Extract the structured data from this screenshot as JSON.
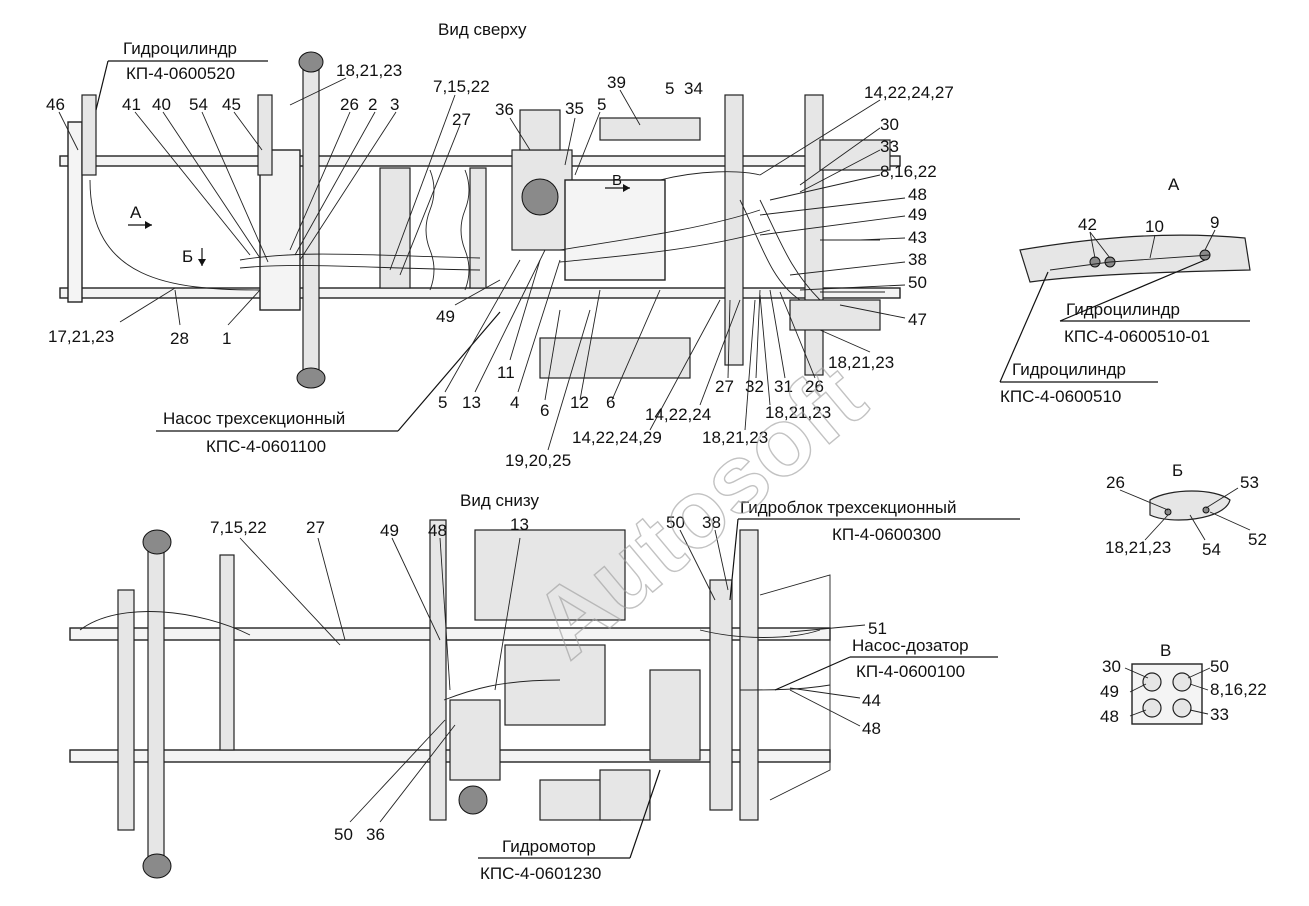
{
  "views": {
    "top_title": "Вид сверху",
    "bottom_title": "Вид снизу",
    "detail_a": "А",
    "detail_b": "Б",
    "detail_v": "В",
    "arrow_a": "А",
    "arrow_b": "Б",
    "arrow_v": "В"
  },
  "callouts": {
    "cyl_top_name": "Гидроцилиндр",
    "cyl_top_code": "КП-4-0600520",
    "pump_name": "Насос трехсекционный",
    "pump_code": "КПС-4-0601100",
    "cyl_a1_name": "Гидроцилиндр",
    "cyl_a1_code": "КПС-4-0600510-01",
    "cyl_a2_name": "Гидроцилиндр",
    "cyl_a2_code": "КПС-4-0600510",
    "block_name": "Гидроблок трехсекционный",
    "block_code": "КП-4-0600300",
    "doser_name": "Насос-дозатор",
    "doser_code": "КП-4-0600100",
    "motor_name": "Гидромотор",
    "motor_code": "КПС-4-0601230"
  },
  "labels": {
    "t1": "46",
    "t2": "41",
    "t3": "40",
    "t4": "54",
    "t5": "45",
    "t6": "18,21,23",
    "t7": "26",
    "t8": "2",
    "t9": "3",
    "t10": "7,15,22",
    "t11": "27",
    "t12": "36",
    "t13": "39",
    "t14": "5",
    "t15": "34",
    "t16": "35",
    "t17": "5",
    "t18": "14,22,24,27",
    "t19": "30",
    "t20": "33",
    "t21": "8,16,22",
    "t22": "48",
    "t23": "49",
    "t24": "43",
    "t25": "38",
    "t26": "50",
    "t27": "47",
    "t28": "18,21,23",
    "t29": "17,21,23",
    "t30": "28",
    "t31": "1",
    "t32": "49",
    "t33": "11",
    "t34": "5",
    "t35": "13",
    "t36": "4",
    "t37": "6",
    "t38": "12",
    "t39": "6",
    "t40": "27",
    "t41": "32",
    "t42": "31",
    "t43": "26",
    "t44": "14,22,24",
    "t45": "18,21,23",
    "t46": "14,22,24,29",
    "t47": "18,21,23",
    "t48": "19,20,25",
    "a1": "42",
    "a2": "10",
    "a3": "9",
    "b1": "26",
    "b2": "53",
    "b3": "52",
    "b4": "18,21,23",
    "b5": "54",
    "v1": "30",
    "v2": "50",
    "v3": "49",
    "v4": "8,16,22",
    "v5": "48",
    "v6": "33",
    "u1": "7,15,22",
    "u2": "27",
    "u3": "49",
    "u4": "48",
    "u5": "13",
    "u6": "50",
    "u7": "38",
    "u8": "51",
    "u9": "44",
    "u10": "48",
    "u11": "50",
    "u12": "36"
  },
  "watermark": "Autosoft",
  "colors": {
    "ink": "#111111",
    "paper": "#ffffff",
    "watermark": "#9a9a9a"
  }
}
